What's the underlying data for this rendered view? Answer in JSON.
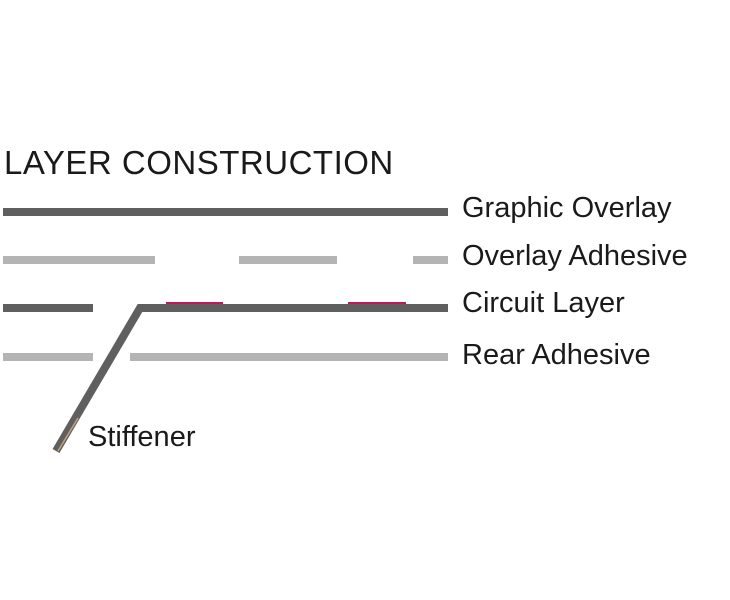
{
  "title": "LAYER CONSTRUCTION",
  "layers": {
    "graphic_overlay": "Graphic Overlay",
    "overlay_adhesive": "Overlay Adhesive",
    "circuit_layer": "Circuit Layer",
    "rear_adhesive": "Rear Adhesive",
    "stiffener": "Stiffener"
  },
  "colors": {
    "dark_layer": "#5f5f5f",
    "light_layer": "#b4b4b4",
    "contact_pad": "#c2185b",
    "text": "#1a1a1a",
    "background": "#ffffff"
  }
}
